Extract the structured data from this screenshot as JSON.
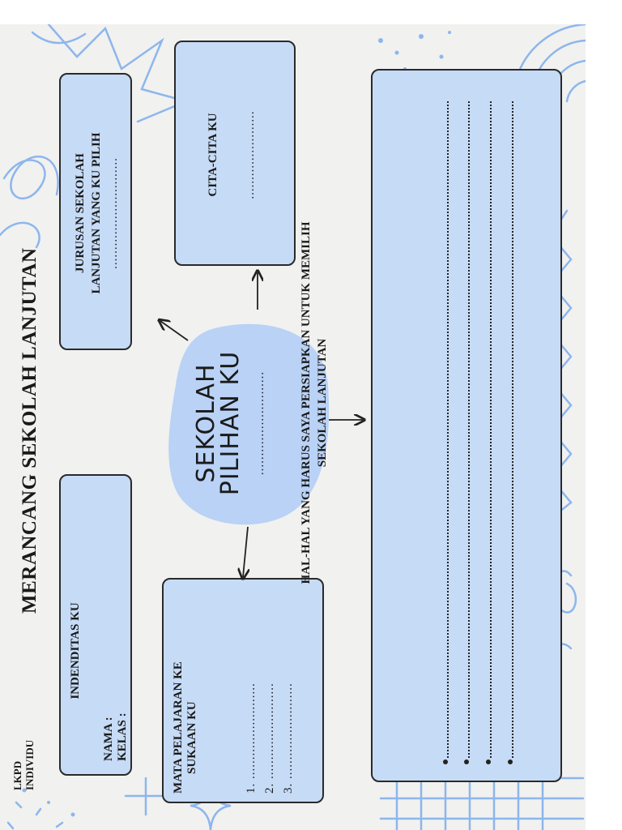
{
  "document": {
    "header_tag": [
      "LKPD",
      "INDIVIDU"
    ],
    "title": "MERANCANG SEKOLAH LANJUTAN",
    "identity": {
      "heading": "INDENDITAS KU",
      "name_label": "NAMA :",
      "class_label": "KELAS :"
    },
    "major": {
      "line1": "JURUSAN SEKOLAH",
      "line2": "LANJUTAN YANG KU PILIH",
      "blank": "............................."
    },
    "dream": {
      "heading": "CITA-CITA KU",
      "blank": "......................."
    },
    "center": {
      "line1": "SEKOLAH",
      "line2": "PILIHAN KU",
      "blank": "..........................."
    },
    "subjects": {
      "line1": "MATA PELAJARAN KE",
      "line2": "SUKAAN KU",
      "item1": "1. .........................",
      "item2": "2. .........................",
      "item3": "3. ........................."
    },
    "preparation": {
      "line1": "HAL-HAL YANG HARUS SAYA PERSIAPKAN  UNTUK MEMILIH",
      "line2": "SEKOLAH LANJUTAN"
    }
  },
  "colors": {
    "box_fill": "#c6dbf6",
    "blob_fill": "#b9d2f5",
    "doodle": "#8db6ec",
    "border": "#2a2a2a"
  }
}
